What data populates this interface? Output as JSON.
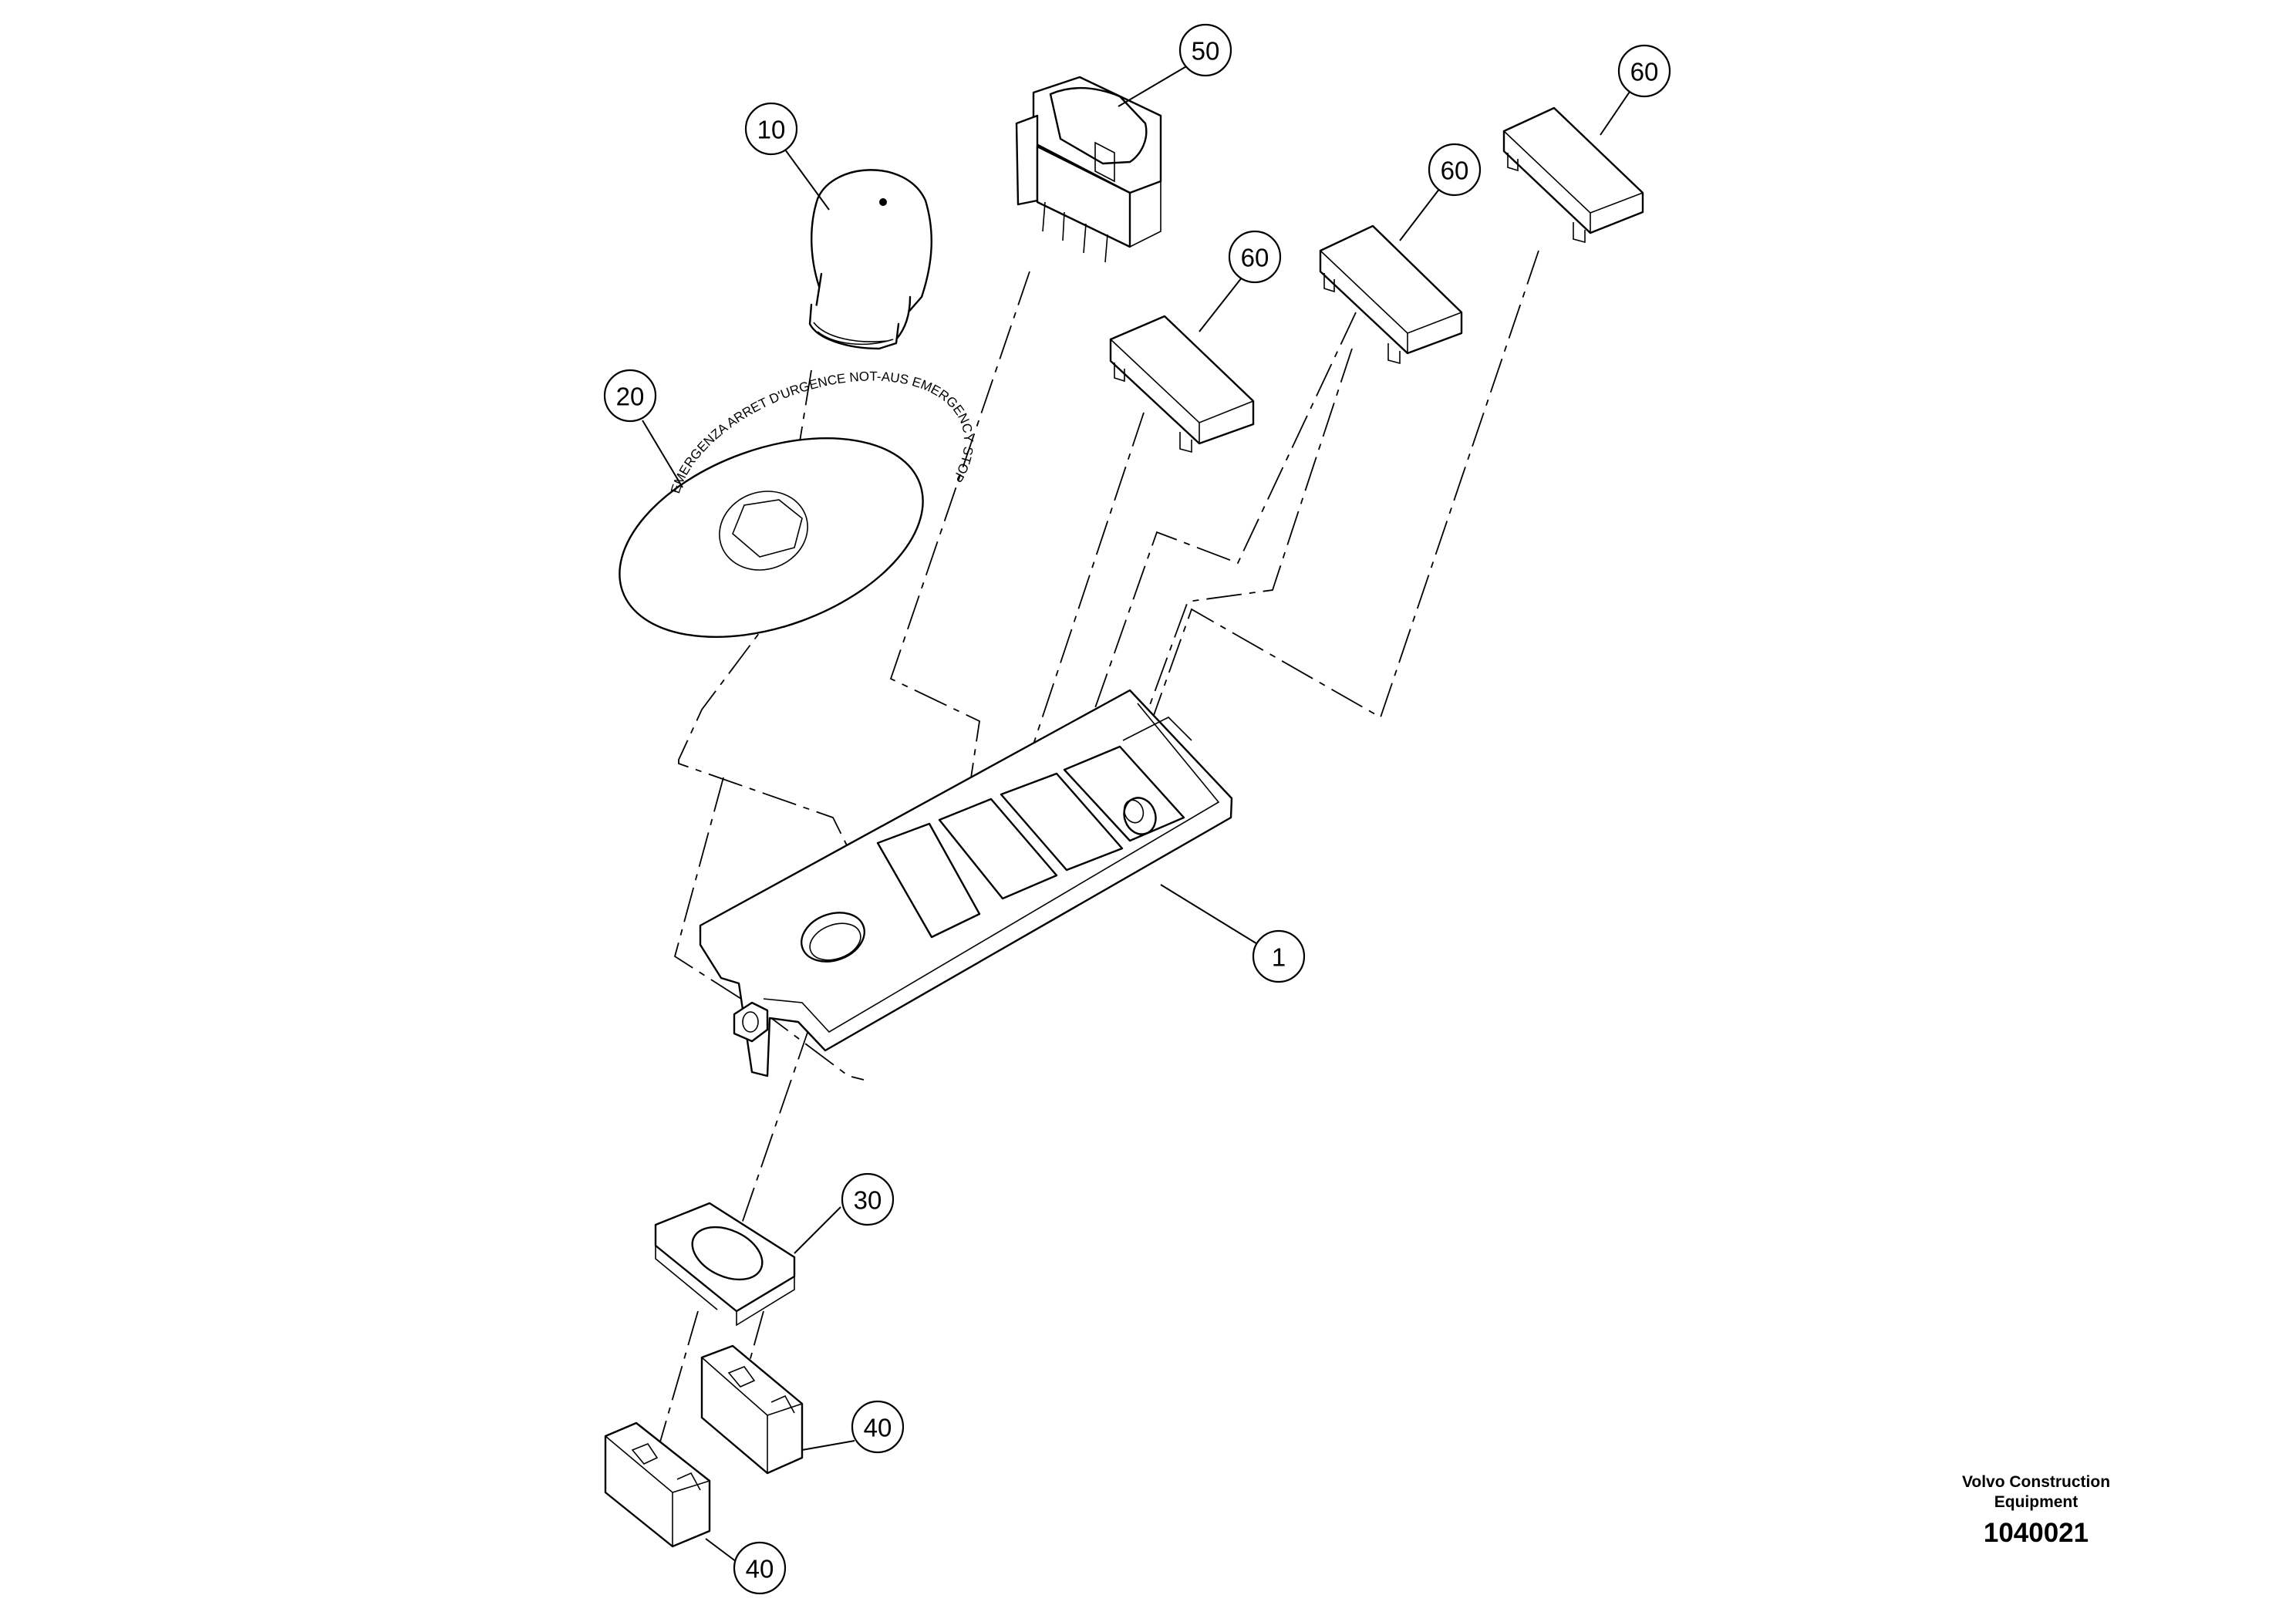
{
  "callouts": {
    "c10": "10",
    "c20": "20",
    "c50": "50",
    "c60a": "60",
    "c60b": "60",
    "c60c": "60",
    "c1": "1",
    "c30": "30",
    "c40a": "40",
    "c40b": "40"
  },
  "ring_label": {
    "text": "EMERGENZA ARRET D'URGENCE NOT-AUS EMERGENCY STOP"
  },
  "brand": {
    "line1": "Volvo Construction",
    "line2": "Equipment"
  },
  "drawing_number": "1040021"
}
